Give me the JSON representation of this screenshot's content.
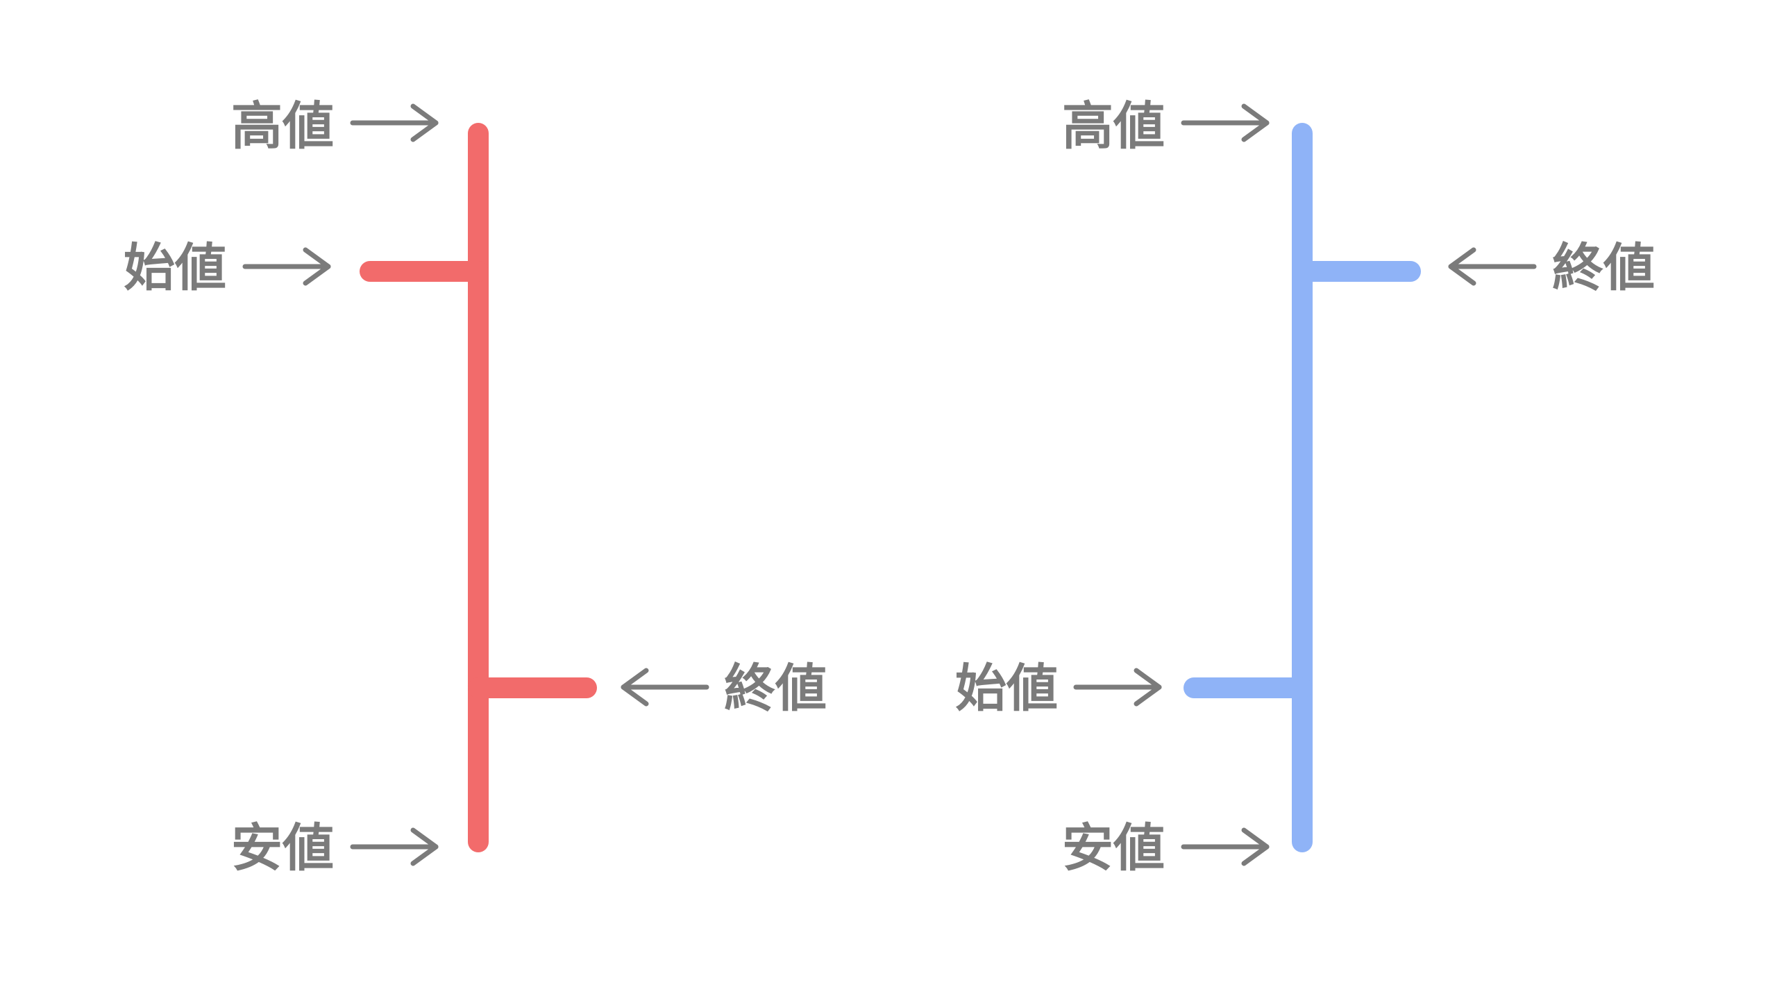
{
  "labels": {
    "high": "高値",
    "open": "始値",
    "close": "終値",
    "low": "安値"
  },
  "colors": {
    "bearish_bar": "#f26b6b",
    "bullish_bar": "#8fb3f7",
    "text": "#7b7b7b",
    "background": "#ffffff"
  },
  "icons": {
    "arrow": "arrow-icon"
  }
}
